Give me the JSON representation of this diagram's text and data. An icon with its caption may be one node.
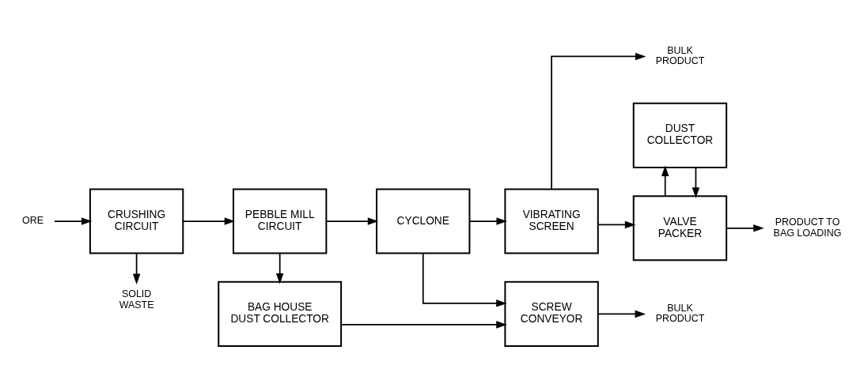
{
  "diagram": {
    "nodes": [
      {
        "text": [
          "ORE"
        ]
      },
      {
        "text": [
          "CRUSHING CIRCUIT"
        ]
      },
      {
        "text": [
          "SOLID WASTE"
        ]
      },
      {
        "text": [
          "PEBBLE MILL CIRCUIT"
        ]
      },
      {
        "text": [
          "BAG HOUSE DUST COLLECTOR"
        ]
      },
      {
        "text": [
          "CYCLONE"
        ]
      },
      {
        "text": [
          "SCREW CONVEYOR"
        ]
      },
      {
        "text": [
          "BULK PRODUCT"
        ]
      },
      {
        "text": [
          "VIBRATING SCREEN"
        ]
      },
      {
        "text": [
          "BULK PRODUCT"
        ]
      },
      {
        "text": [
          "VALVE PACKER"
        ]
      },
      {
        "text": [
          "PRODUCT TO BAG LOADING"
        ]
      },
      {
        "text": [
          "DUST COLLECTOR"
        ]
      }
    ],
    "edges": [
      {
        "from": 0,
        "to": 1,
        "arrow": "to"
      },
      {
        "from": 1,
        "to": 2,
        "arrow": "to"
      },
      {
        "from": 1,
        "to": 3,
        "arrow": "to"
      },
      {
        "from": 3,
        "to": 4,
        "arrow": "to"
      },
      {
        "from": 4,
        "to": 6,
        "arrow": "to"
      },
      {
        "from": 3,
        "to": 5,
        "arrow": "to"
      },
      {
        "from": 5,
        "to": 6,
        "arrow": "to"
      },
      {
        "from": 5,
        "to": 8,
        "arrow": "to"
      },
      {
        "from": 6,
        "to": 7,
        "arrow": "to"
      },
      {
        "from": 8,
        "to": 9,
        "arrow": "to"
      },
      {
        "from": 8,
        "to": 10,
        "arrow": "to"
      },
      {
        "from": 10,
        "to": 11,
        "arrow": "to"
      },
      {
        "from": 10,
        "to": 12,
        "arrow": "to"
      },
      {
        "from": 12,
        "to": 10,
        "arrow": "to"
      }
    ]
  }
}
